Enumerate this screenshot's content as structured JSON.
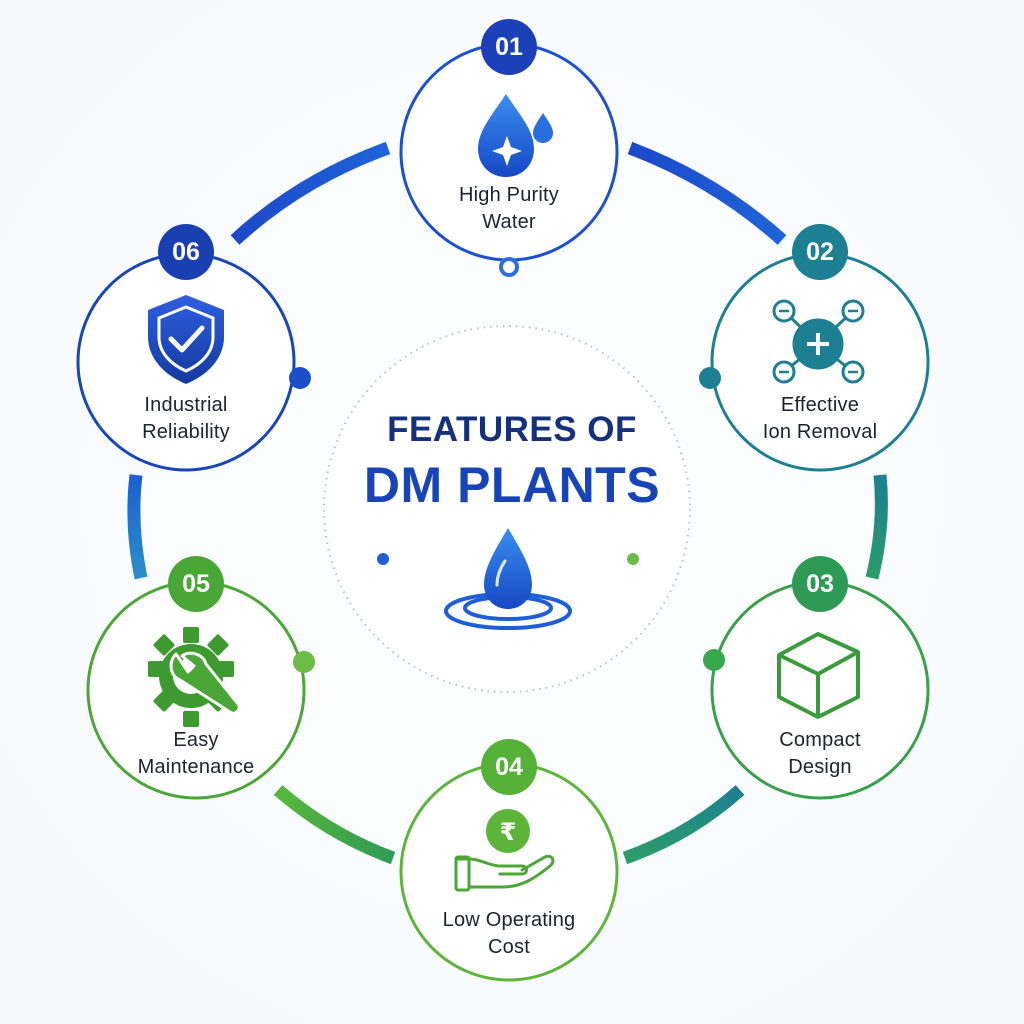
{
  "title": {
    "line1": "FEATURES OF",
    "line2": "DM PLANTS"
  },
  "features": [
    {
      "number": "01",
      "line1": "High Purity",
      "line2": "Water",
      "icon": "water-drop-sparkle-icon",
      "color": "#1c4fd1"
    },
    {
      "number": "02",
      "line1": "Effective",
      "line2": "Ion Removal",
      "icon": "ion-molecule-icon",
      "color": "#1d7f92"
    },
    {
      "number": "03",
      "line1": "Compact",
      "line2": "Design",
      "icon": "cube-icon",
      "color": "#36a04a"
    },
    {
      "number": "04",
      "line1": "Low Operating",
      "line2": "Cost",
      "icon": "rupee-hand-icon",
      "color": "#5db43a"
    },
    {
      "number": "05",
      "line1": "Easy",
      "line2": "Maintenance",
      "icon": "gear-wrench-icon",
      "color": "#4aa636"
    },
    {
      "number": "06",
      "line1": "Industrial",
      "line2": "Reliability",
      "icon": "shield-check-icon",
      "color": "#1a45b8"
    }
  ],
  "center_icon": "water-drop-ripple-icon"
}
